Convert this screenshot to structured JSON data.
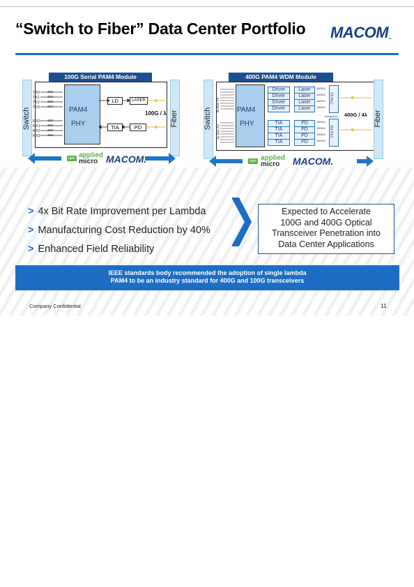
{
  "header": {
    "title": "“Switch to Fiber” Data Center Portfolio",
    "logo": "MACOM"
  },
  "left_diagram": {
    "title": "100G Serial PAM4 Module",
    "switch_label": "Switch",
    "fiber_label": "Fiber",
    "chip_line1": "PAM4",
    "chip_line2": "PHY",
    "tx_lanes": [
      "TX0",
      "TX1",
      "TX2",
      "TX3"
    ],
    "rx_lanes": [
      "RX0",
      "RX1",
      "RX2",
      "RX3"
    ],
    "lane_rate": "25G",
    "ld": "LD",
    "laser": "LASER",
    "tia": "TIA",
    "pd": "PD",
    "rate": "100G / λ",
    "apm": "apm",
    "applied": "applied",
    "micro": "micro",
    "macom": "MACOM."
  },
  "right_diagram": {
    "title": "400G PAM4 WDM Module",
    "switch_label": "Switch",
    "fiber_label": "Fiber",
    "chip_line1": "PAM4",
    "chip_line2": "PHY",
    "tx_bus": "8x 50G TX",
    "rx_bus": "8x 50G RX",
    "drivers": [
      "Driver",
      "Driver",
      "Driver",
      "Driver"
    ],
    "lasers": [
      "Laser",
      "Laser",
      "Laser",
      "Laser"
    ],
    "tias": [
      "TIA",
      "TIA",
      "TIA",
      "TIA"
    ],
    "pds": [
      "PD",
      "PD",
      "PD",
      "PD"
    ],
    "lambda_rate": "100G/λ",
    "tx_plc": "TX PLC",
    "rx_plc": "RX PLC",
    "integration": "Integration",
    "rate": "400G / 4λ",
    "apm": "apm",
    "applied": "applied",
    "micro": "micro",
    "macom": "MACOM."
  },
  "bullets": [
    "4x Bit Rate Improvement per Lambda",
    "Manufacturing Cost Reduction by 40%",
    "Enhanced Field Reliability"
  ],
  "bullet_marker": ">",
  "expected": {
    "line1": "Expected to Accelerate",
    "line2": "100G and 400G Optical",
    "line3": "Transceiver Penetration into",
    "line4": "Data Center Applications"
  },
  "banner": {
    "line1": "IEEE standards body recommended the adoption of single lambda",
    "line2": "PAM4 to be an industry standard for 400G and 100G transceivers"
  },
  "footer": {
    "confidential": "Company Confidential",
    "page": "11"
  },
  "colors": {
    "accent": "#1b6cc8",
    "brand": "#1b3d87",
    "banner": "#1d6dc4",
    "chip": "#a8d0ee",
    "apm_green": "#5cb04a"
  }
}
